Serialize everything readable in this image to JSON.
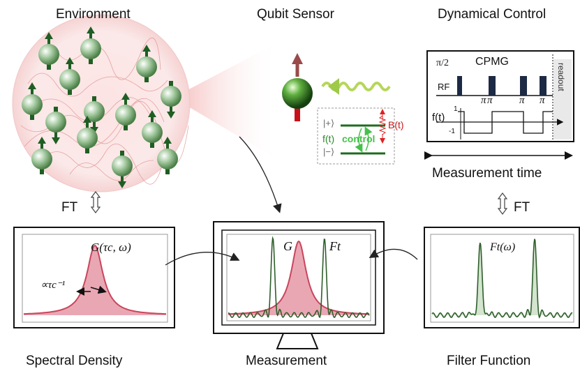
{
  "headings": {
    "environment": "Environment",
    "qubit_sensor": "Qubit Sensor",
    "dynamical_control": "Dynamical Control",
    "measurement_time": "Measurement time",
    "ft_left": "FT",
    "ft_right": "FT",
    "spectral_density": "Spectral Density",
    "measurement": "Measurement",
    "filter_function": "Filter Function"
  },
  "qubit": {
    "ket_plus": "|+⟩",
    "ket_minus": "|−⟩",
    "field": "B(t)",
    "control": "control",
    "control_fn": "f(t)"
  },
  "cpmg": {
    "title": "CPMG",
    "pi_half": "π/2",
    "rf": "RF",
    "pulses": [
      "π",
      "π",
      "π",
      "π"
    ],
    "ft_label": "f(t)",
    "tick_top": "1",
    "tick_bottom": "-1",
    "readout": "readout"
  },
  "plots": {
    "spectral": "G(τc, ω)",
    "width": "∝τc⁻¹",
    "meas_g": "G",
    "meas_f": "Ft",
    "filter": "Ft(ω)"
  },
  "colors": {
    "spin_green": "#2f8a34",
    "arrow_green": "#1f5e23",
    "spectral_red": "#c8455c",
    "spectral_fill": "#e9a7b3",
    "filter_green": "#2e5e2a",
    "filter_fill": "#d3e4cf",
    "pulse_blue": "#1d2a44"
  }
}
